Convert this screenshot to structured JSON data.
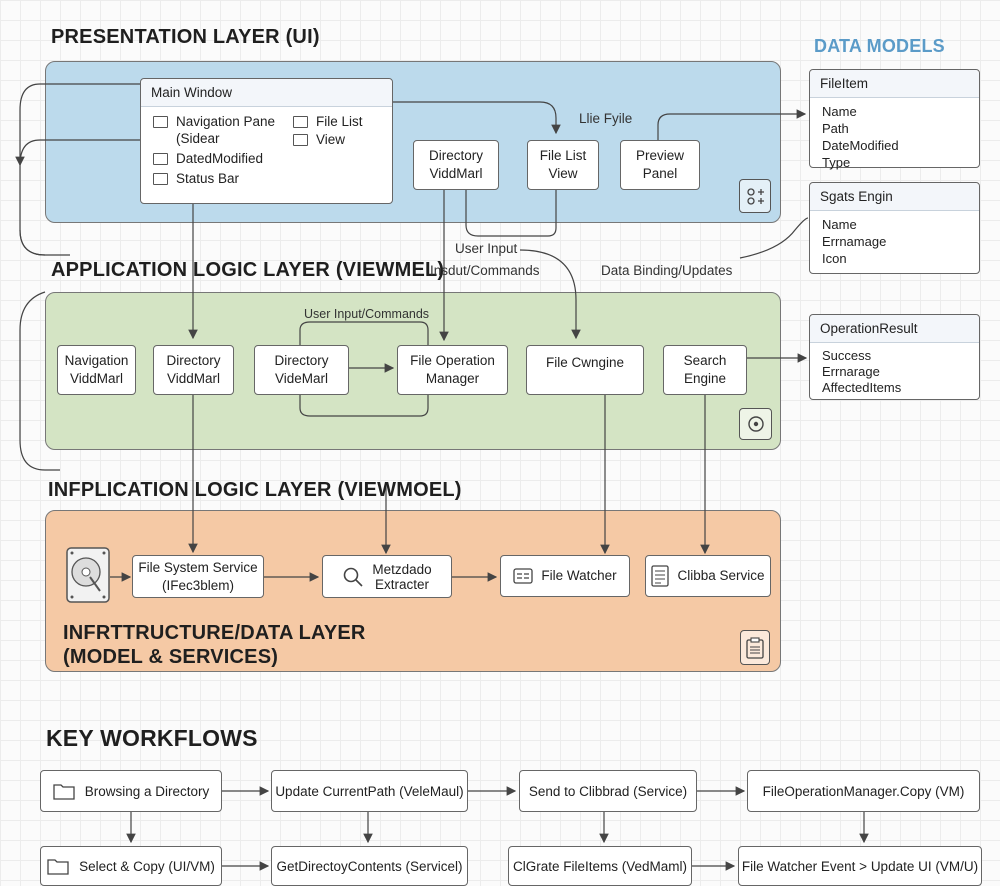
{
  "headings": {
    "presentation": "PRESENTATION LAYER (UI)",
    "data_models": "DATA MODELS",
    "application": "APPLICATION LOGIC LAYER (VIEWMEL)",
    "infplication": "INFPLICATION LOGIC LAYER (VIEWMOEL)",
    "infrastructure_1": "INFRTTRUCTURE/DATA LAYER",
    "infrastructure_2": "(MODEL & SERVICES)",
    "key_workflows": "KEY WORKFLOWS"
  },
  "presentation": {
    "main_window": {
      "title": "Main Window",
      "items_left": [
        "Navigation Pane",
        "(Sidear",
        "DatedModified",
        "Status Bar"
      ],
      "items_right": [
        "File List",
        "View"
      ]
    },
    "directory_vm": [
      "Directory",
      "ViddMarl"
    ],
    "file_list_view": [
      "File List",
      "View"
    ],
    "preview_panel": [
      "Preview",
      "Panel"
    ],
    "label_file": "Llie Fyile"
  },
  "flow_labels": {
    "user_input": "User Input",
    "input_commands": "Insdut/Commands",
    "data_binding": "Data Binding/Updates",
    "user_input_commands": "User Input/Commands"
  },
  "application": {
    "navigation_vm": [
      "Navigation",
      "ViddMarl"
    ],
    "directory_vm": [
      "Directory",
      "ViddMarl"
    ],
    "directory_vm2": [
      "Directory",
      "VideMarl"
    ],
    "file_op_manager": [
      "File Operation",
      "Manager"
    ],
    "file_engine": "File Cwngine",
    "search_engine": [
      "Search",
      "Engine"
    ]
  },
  "infrastructure": {
    "file_system_service": [
      "File System Service",
      "(IFec3blem)"
    ],
    "metadata_extractor": [
      "Metzdado",
      "Extracter"
    ],
    "file_watcher": "File Watcher",
    "clipboard_service": "Clibba Service"
  },
  "data_models": {
    "file_item": {
      "title": "FileItem",
      "fields": [
        "Name",
        "Path",
        "DateModified",
        "Type"
      ]
    },
    "sgats_engin": {
      "title": "Sgats Engin",
      "fields": [
        "Name",
        "Errnamage",
        "Icon"
      ]
    },
    "operation_result": {
      "title": "OperationResult",
      "fields": [
        "Success",
        "Errnarage",
        "AffectedItems"
      ]
    }
  },
  "workflows": {
    "row1": [
      "Browsing a Directory",
      "Update CurrentPath (VeleMaul)",
      "Send to Clibbrad (Service)",
      "FileOperationManager.Copy (VM)"
    ],
    "row2": [
      "Select & Copy (UI/VM)",
      "GetDirectoyContents (Servicel)",
      "ClGrate FileItems (VedMaml)",
      "File Watcher Event > Update UI (VM/U)"
    ]
  },
  "colors": {
    "presentation_bg": "#bcdaec",
    "application_bg": "#d4e4c4",
    "infrastructure_bg": "#f5c9a5",
    "data_models_title": "#5b9bc8"
  }
}
